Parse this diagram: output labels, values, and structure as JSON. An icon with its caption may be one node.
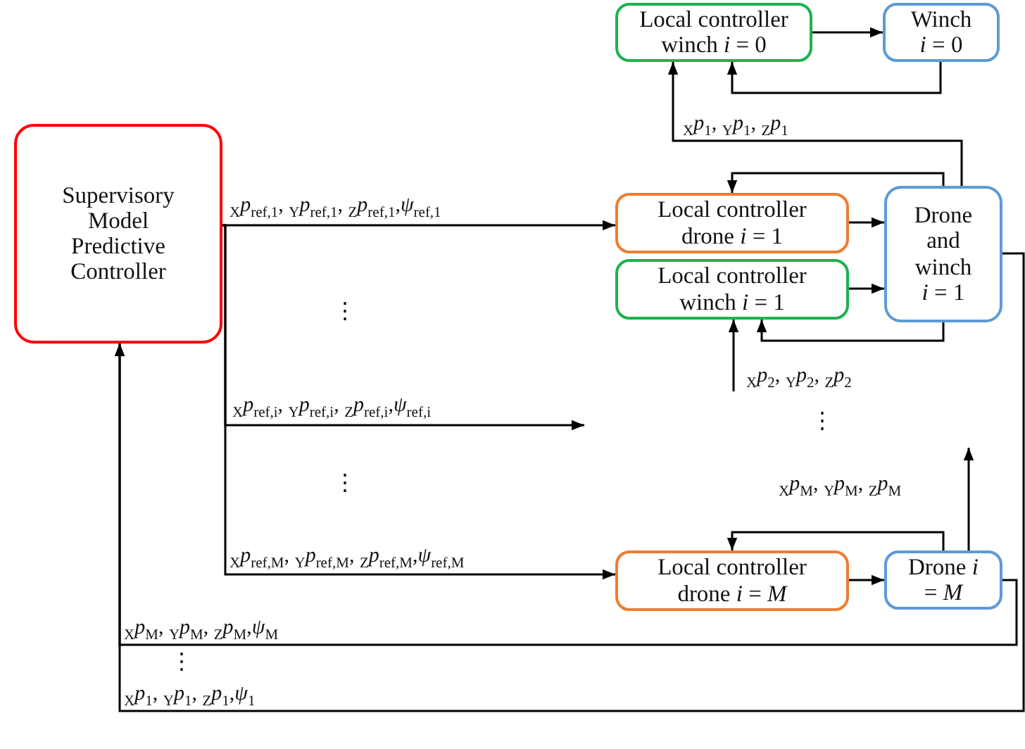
{
  "diagram": {
    "nodes": [
      {
        "text": [
          "Supervisory Model Predictive Controller"
        ]
      },
      {
        "text": [
          "Local controller winch *i* = 0"
        ]
      },
      {
        "text": [
          "Winch *i* = 0"
        ]
      },
      {
        "text": [
          "Local controller drone *i* = 1"
        ]
      },
      {
        "text": [
          "Local controller winch *i* = 1"
        ]
      },
      {
        "text": [
          "Drone and winch *i* = 1"
        ]
      },
      {
        "text": [
          "Local controller drone *i* = *M*"
        ]
      },
      {
        "text": [
          "Drone *i* = *M*"
        ]
      }
    ],
    "edges": [
      {
        "from": 0,
        "to": 3,
        "arrow": "to",
        "label": "$_{X}$*p*$_{ref,1}$, $_{Y}$*p*$_{ref,1}$, $_{Z}$*p*$_{ref,1}$,*ψ*$_{ref,1}$"
      },
      {
        "from": 0,
        "to": null,
        "arrow": "to",
        "label": "$_{X}$*p*$_{ref,i}$, $_{Y}$*p*$_{ref,i}$, $_{Z}$*p*$_{ref,i}$,*ψ*$_{ref,i}$"
      },
      {
        "from": 0,
        "to": 6,
        "arrow": "to",
        "label": "$_{X}$*p*$_{ref,M}$, $_{Y}$*p*$_{ref,M}$, $_{Z}$*p*$_{ref,M}$,*ψ*$_{ref,M}$"
      },
      {
        "from": 1,
        "to": 2,
        "arrow": "to"
      },
      {
        "from": 2,
        "to": 1,
        "arrow": "to"
      },
      {
        "from": 5,
        "to": 1,
        "arrow": "to",
        "label": "$_{X}$*p*$_{1}$, $_{Y}$*p*$_{1}$, $_{Z}$*p*$_{1}$"
      },
      {
        "from": 5,
        "to": 3,
        "arrow": "to"
      },
      {
        "from": 3,
        "to": 5,
        "arrow": "to"
      },
      {
        "from": 4,
        "to": 5,
        "arrow": "to"
      },
      {
        "from": 5,
        "to": 4,
        "arrow": "to"
      },
      {
        "from": null,
        "to": 4,
        "arrow": "to",
        "label": "$_{X}$*p*$_{2}$, $_{Y}$*p*$_{2}$, $_{Z}$*p*$_{2}$"
      },
      {
        "from": 7,
        "to": null,
        "arrow": "to",
        "label": "$_{X}$*p*$_{M}$, $_{Y}$*p*$_{M}$, $_{Z}$*p*$_{M}$"
      },
      {
        "from": 7,
        "to": 6,
        "arrow": "to"
      },
      {
        "from": 6,
        "to": 7,
        "arrow": "to"
      },
      {
        "from": 7,
        "to": 0,
        "arrow": "to",
        "label": "$_{X}$*p*$_{M}$, $_{Y}$*p*$_{M}$, $_{Z}$*p*$_{M}$,*ψ*$_{M}$"
      },
      {
        "from": 5,
        "to": 0,
        "arrow": "to",
        "label": "$_{X}$*p*$_{1}$, $_{Y}$*p*$_{1}$, $_{Z}$*p*$_{1}$,*ψ*$_{1}$"
      }
    ],
    "labels": [
      "⋮",
      "⋮",
      "⋮",
      "⋮"
    ]
  }
}
